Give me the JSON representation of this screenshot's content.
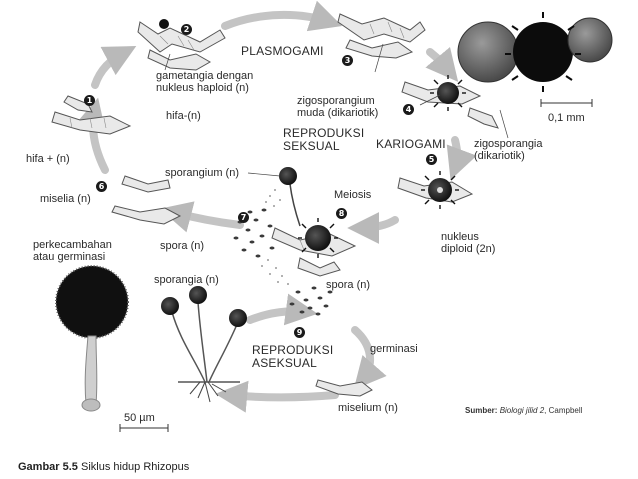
{
  "labels": {
    "gametangia": [
      "gametangia dengan",
      "nukleus haploid (n)"
    ],
    "hifa_n": "hifa-(n)",
    "plasmogami": "PLASMOGAMI",
    "zigo_muda": [
      "zigosporangium",
      "muda (dikariotik)"
    ],
    "scale_top": "0,1 mm",
    "repro_seksual": [
      "REPRODUKSI",
      "SEKSUAL"
    ],
    "kariogami": "KARIOGAMI",
    "zigo_dikariotik": [
      "zigosporangia",
      "(dikariotik)"
    ],
    "hifa_plus": "hifa + (n)",
    "sporangium": "sporangium (n)",
    "miselia": "miselia (n)",
    "meiosis": "Meiosis",
    "nukleus_diploid": [
      "nukleus",
      "diploid (2n)"
    ],
    "perkecambahan": [
      "perkecambahan",
      "atau germinasi"
    ],
    "spora_left": "spora (n)",
    "sporangia": "sporangia (n)",
    "spora_right": "spora (n)",
    "repro_aseksual": [
      "REPRODUKSI",
      "ASEKSUAL"
    ],
    "germinasi": "germinasi",
    "scale_bottom": "50 µm",
    "miselium": "miselium (n)"
  },
  "steps": [
    "1",
    "2",
    "3",
    "4",
    "5",
    "6",
    "7",
    "8",
    "9"
  ],
  "source": {
    "prefix": "Sumber:",
    "title": "Biologi jilid 2",
    "suffix": ", Campbell"
  },
  "caption": {
    "label": "Gambar 5.5",
    "text": " Siklus hidup Rhizopus"
  }
}
